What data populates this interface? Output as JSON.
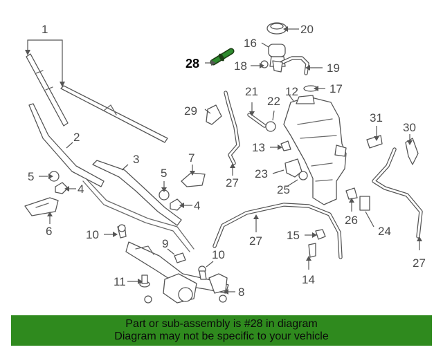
{
  "banner": {
    "line1": "Part or sub-assembly is #28 in diagram",
    "line2": "Diagram may not be specific to your vehicle",
    "color": "#2f8a1e"
  },
  "highlight": {
    "part": "28",
    "color": "#2e8b2e"
  },
  "callouts": {
    "c1": "1",
    "c2": "2",
    "c3": "3",
    "c4a": "4",
    "c4b": "4",
    "c5a": "5",
    "c5b": "5",
    "c6": "6",
    "c7": "7",
    "c8": "8",
    "c9": "9",
    "c10a": "10",
    "c10b": "10",
    "c11": "11",
    "c12": "12",
    "c13": "13",
    "c14": "14",
    "c15": "15",
    "c16": "16",
    "c17": "17",
    "c18": "18",
    "c19": "19",
    "c20": "20",
    "c21": "21",
    "c22": "22",
    "c23": "23",
    "c24": "24",
    "c25": "25",
    "c26": "26",
    "c27a": "27",
    "c27b": "27",
    "c27c": "27",
    "c28": "28",
    "c29": "29",
    "c30": "30",
    "c31": "31"
  }
}
